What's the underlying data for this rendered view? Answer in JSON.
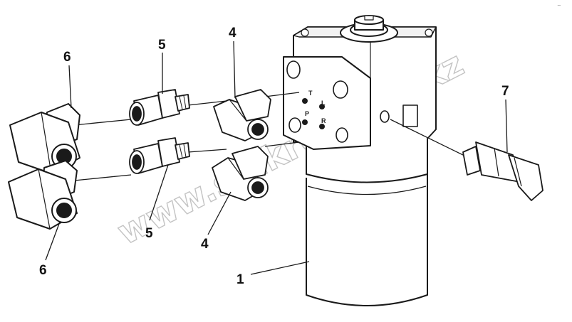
{
  "callouts": {
    "c1": "1",
    "c4a": "4",
    "c4b": "4",
    "c5a": "5",
    "c5b": "5",
    "c6a": "6",
    "c6b": "6",
    "c7": "7"
  },
  "ports": {
    "T": "T",
    "L": "L",
    "P": "P",
    "R": "R"
  },
  "watermark": "www.sinkron-too.kz",
  "corner_mark": "~"
}
